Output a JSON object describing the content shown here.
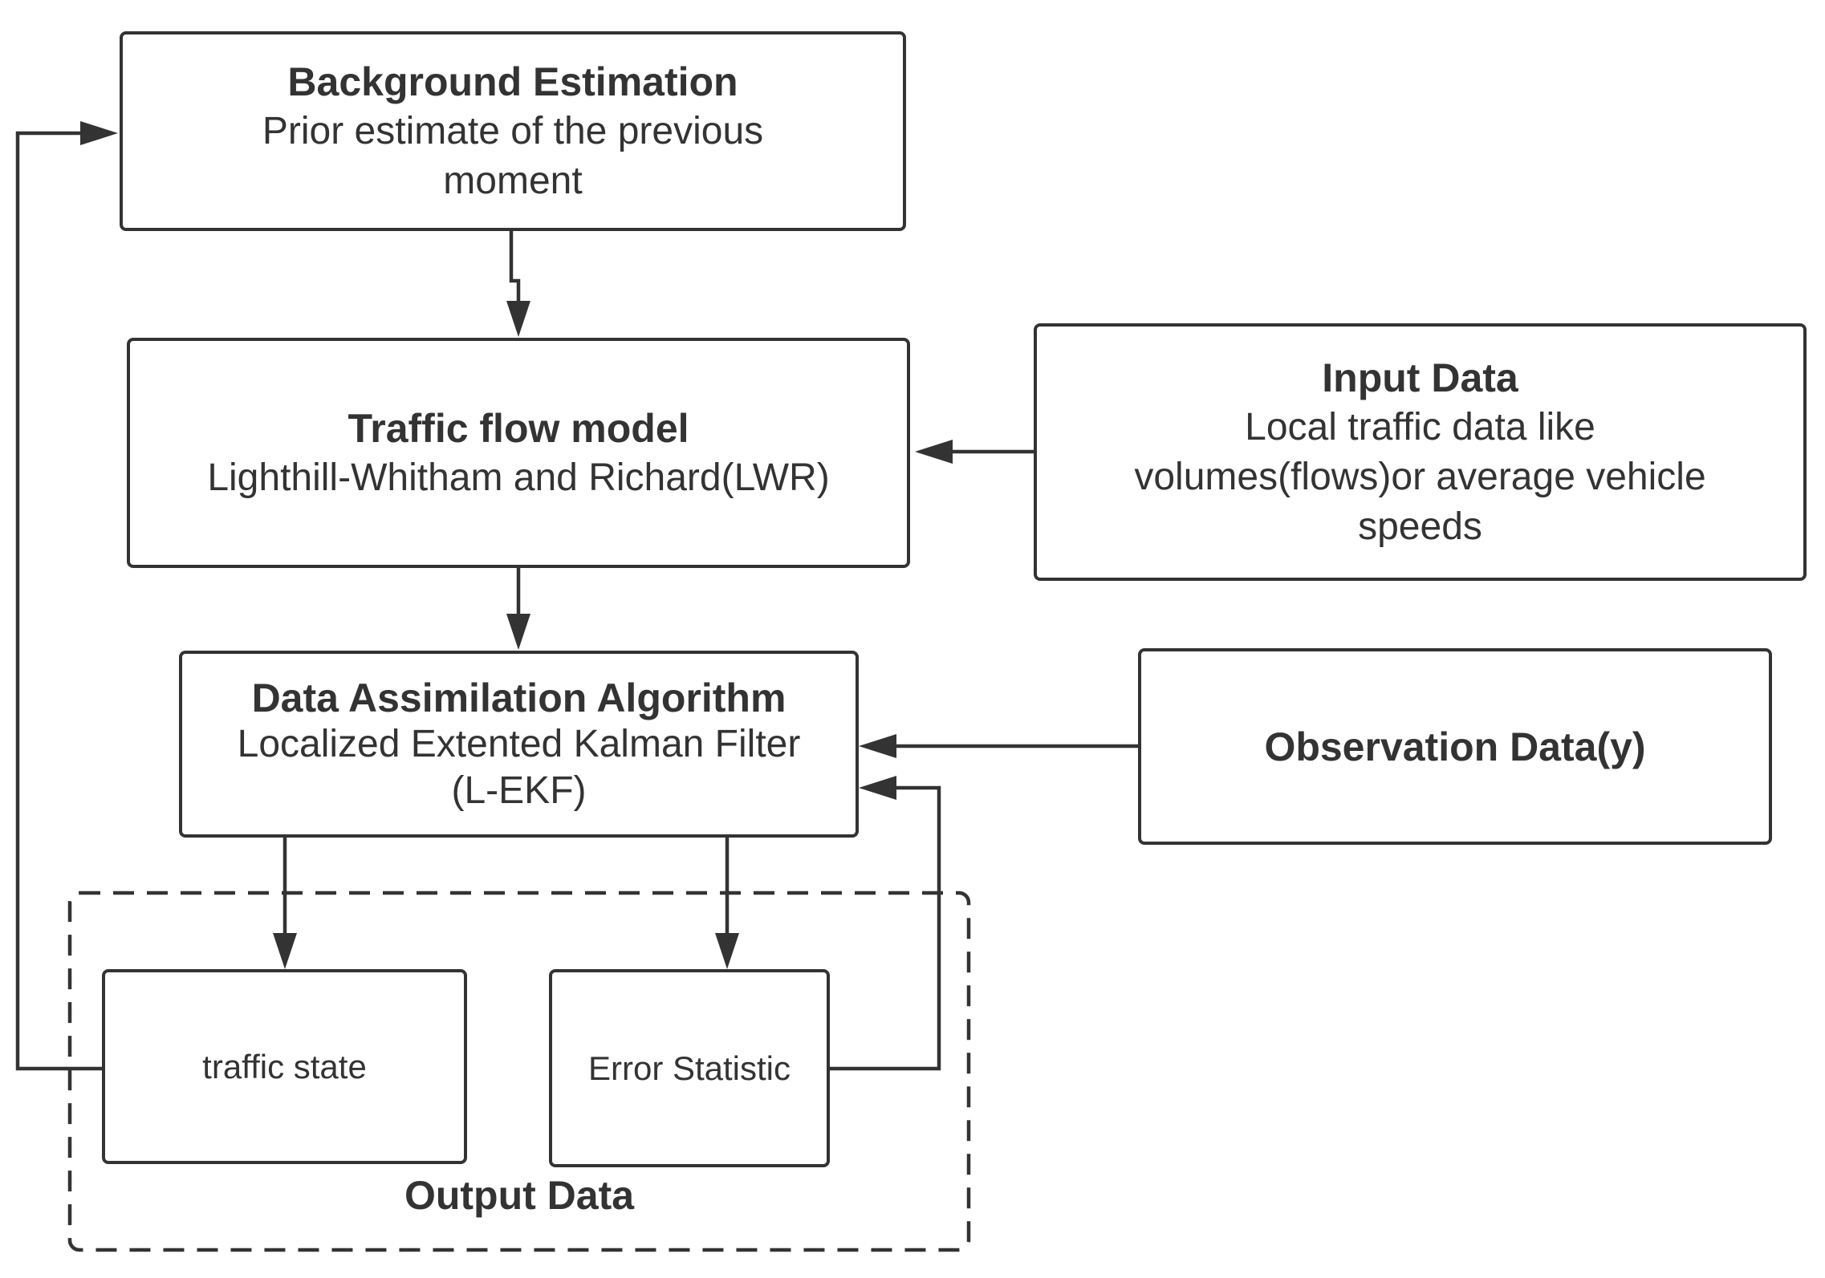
{
  "background_estimation": {
    "title": "Background Estimation",
    "body": "Prior estimate of the previous moment"
  },
  "traffic_flow_model": {
    "title": "Traffic flow model",
    "body": "Lighthill-Whitham and Richard(LWR)"
  },
  "input_data": {
    "title": "Input Data",
    "body": "Local traffic data like volumes(flows)or average vehicle speeds"
  },
  "data_assimilation": {
    "title": "Data Assimilation Algorithm",
    "body": "Localized Extented Kalman Filter (L-EKF)"
  },
  "observation_data": {
    "title": "Observation Data(y)"
  },
  "output_data": {
    "label": "Output Data",
    "traffic_state": "traffic state",
    "error_statistic": "Error Statistic"
  },
  "colors": {
    "stroke": "#333333",
    "background": "#ffffff"
  }
}
